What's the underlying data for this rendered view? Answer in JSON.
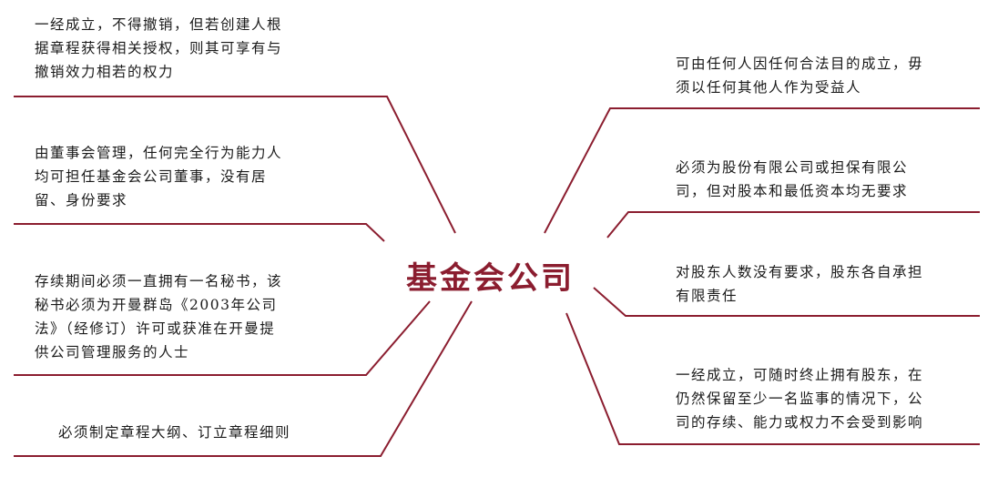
{
  "center": {
    "title": "基金会公司"
  },
  "left_notes": [
    "一经成立，不得撤销，但若创建人根\n据章程获得相关授权，则其可享有与\n撤销效力相若的权力",
    "由董事会管理，任何完全行为能力人\n均可担任基金会公司董事，没有居\n留、身份要求",
    "存续期间必须一直拥有一名秘书，该\n秘书必须为开曼群岛《2003年公司\n法》（经修订）许可或获准在开曼提\n供公司管理服务的人士",
    "必须制定章程大纲、订立章程细则"
  ],
  "right_notes": [
    "可由任何人因任何合法目的成立，毋\n须以任何其他人作为受益人",
    "必须为股份有限公司或担保有限公\n司，但对股本和最低资本均无要求",
    "对股东人数没有要求，股东各自承担\n有限责任",
    "一经成立，可随时终止拥有股东，在\n仍然保留至少一名监事的情况下，公\n司的存续、能力或权力不会受到影响"
  ],
  "colors": {
    "title": "#8b1d2f",
    "line": "#8b1d2f",
    "text": "#1a1a1a"
  }
}
